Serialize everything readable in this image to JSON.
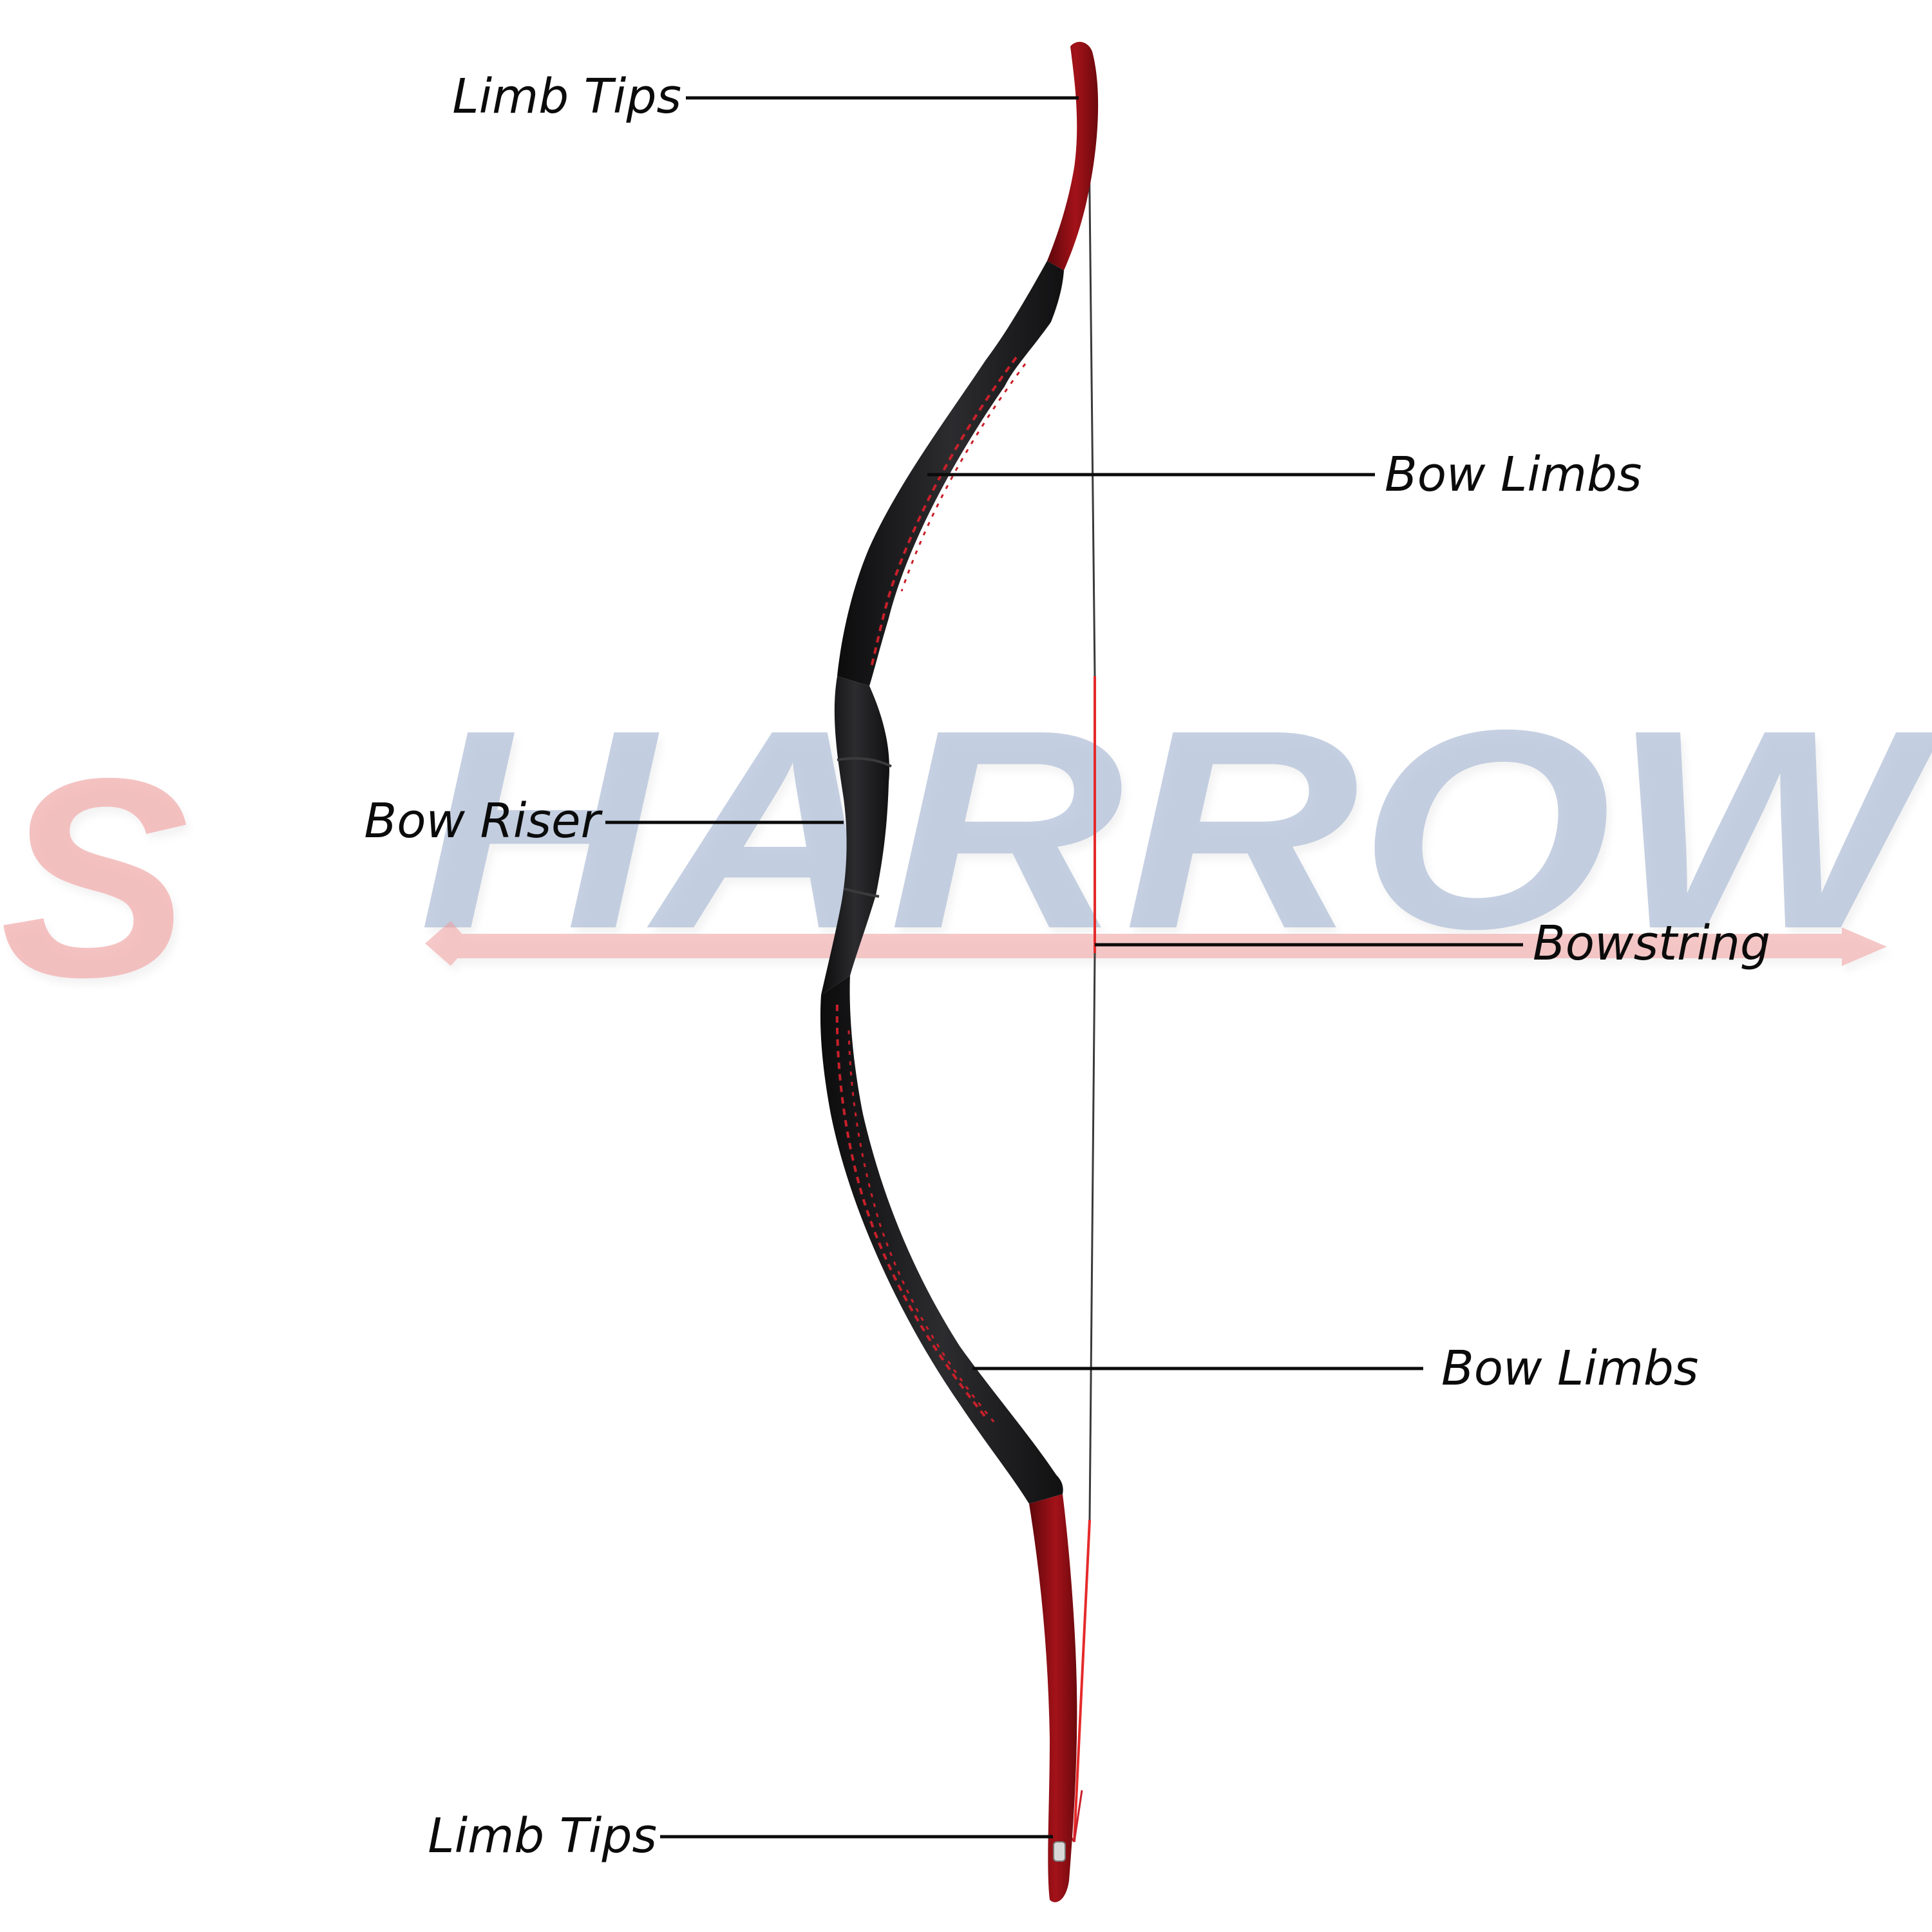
{
  "watermark": {
    "first_letter": "S",
    "rest": "HARROW",
    "first_color": "#ef9a9a",
    "rest_color": "#9fb0cf",
    "arrow_color": "#ef9a9a"
  },
  "labels": {
    "limb_tips_top": "Limb Tips",
    "bow_limbs_upper": "Bow Limbs",
    "bow_riser": "Bow Riser",
    "bowstring": "Bowstring",
    "bow_limbs_lower": "Bow Limbs",
    "limb_tips_bottom": "Limb Tips"
  },
  "colors": {
    "bow_dark": "#1c1c1e",
    "bow_red": "#8f1016",
    "stitch_red": "#c8202a",
    "string_dark": "#3a3a3a",
    "string_red": "#e52a2a",
    "leader": "#0b0b0b"
  }
}
